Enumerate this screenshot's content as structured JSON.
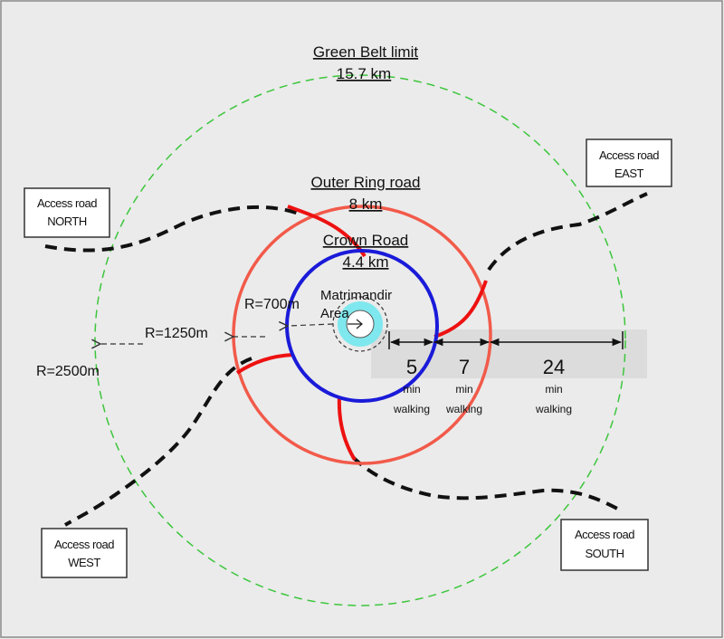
{
  "title": {
    "green_belt_name": "Green Belt limit",
    "green_belt_length": "15.7 km",
    "outer_ring_name": "Outer Ring road",
    "outer_ring_length": "8 km",
    "crown_road_name": "Crown Road",
    "crown_road_length": "4.4 km"
  },
  "center": {
    "line1": "Matrimandir",
    "line2": "Area"
  },
  "radii": {
    "crown": "R=700m",
    "outer": "R=1250m",
    "green": "R=2500m"
  },
  "walking": {
    "first_value": "5",
    "second_value": "7",
    "third_value": "24",
    "unit": "min",
    "unit2": "walking"
  },
  "access_roads": {
    "north": {
      "line1": "Access road",
      "line2": "NORTH"
    },
    "east": {
      "line1": "Access road",
      "line2": "EAST"
    },
    "west": {
      "line1": "Access road",
      "line2": "WEST"
    },
    "south": {
      "line1": "Access road",
      "line2": "SOUTH"
    }
  },
  "colors": {
    "background": "#ebebeb",
    "green_belt": "#3cc63c",
    "outer_ring": "#f25a4a",
    "crown_road": "#1a1ad9",
    "red_roads": "#ee1111",
    "matrimandir_fill": "#7fe8ee",
    "walking_band": "#dcdcdc"
  }
}
